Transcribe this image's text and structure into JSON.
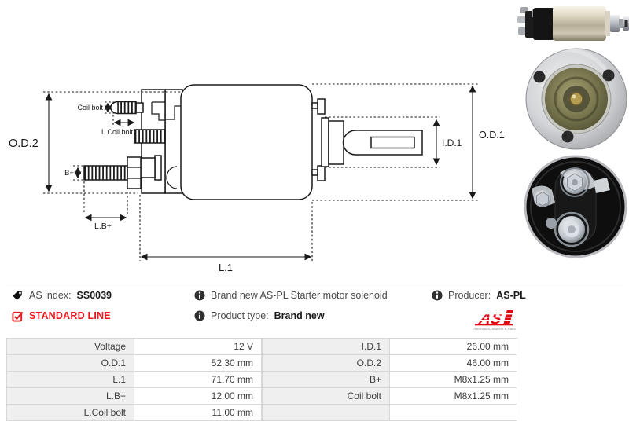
{
  "colors": {
    "accent_red": "#e8191c",
    "logo_red": "#e30613",
    "info_icon_bg": "#2f2f2f",
    "table_label_bg": "#efefef",
    "table_border": "#d8d8d8",
    "diagram_line": "#1a1a1a"
  },
  "diagram": {
    "labels": {
      "od2": "O.D.2",
      "coil_bolt": "Coil bolt",
      "l_coil_bolt": "L.Coil bolt",
      "b_plus": "B+",
      "l_b_plus": "L.B+",
      "l1": "L.1",
      "id1": "I.D.1",
      "od1": "O.D.1"
    }
  },
  "info": {
    "as_index_label": "AS index:",
    "as_index_value": "SS0039",
    "standard_line_label": "STANDARD LINE",
    "description": "Brand new AS-PL Starter motor solenoid",
    "product_type_label": "Product type:",
    "product_type_value": "Brand new",
    "producer_label": "Producer:",
    "producer_value": "AS-PL",
    "logo": {
      "text": "AS",
      "tagline": "Alternators, Starters & Parts"
    },
    "icons": {
      "tag": "tag-icon",
      "standard_line": "checkbox-checked-icon",
      "info": "info-icon"
    }
  },
  "specs": {
    "left": [
      {
        "label": "Voltage",
        "value": "12 V"
      },
      {
        "label": "O.D.1",
        "value": "52.30 mm"
      },
      {
        "label": "L.1",
        "value": "71.70 mm"
      },
      {
        "label": "L.B+",
        "value": "12.00 mm"
      },
      {
        "label": "L.Coil bolt",
        "value": "11.00 mm"
      }
    ],
    "right": [
      {
        "label": "I.D.1",
        "value": "26.00 mm"
      },
      {
        "label": "O.D.2",
        "value": "46.00 mm"
      },
      {
        "label": "B+",
        "value": "M8x1.25 mm"
      },
      {
        "label": "Coil bolt",
        "value": "M8x1.25 mm"
      },
      {
        "label": "",
        "value": ""
      }
    ]
  }
}
